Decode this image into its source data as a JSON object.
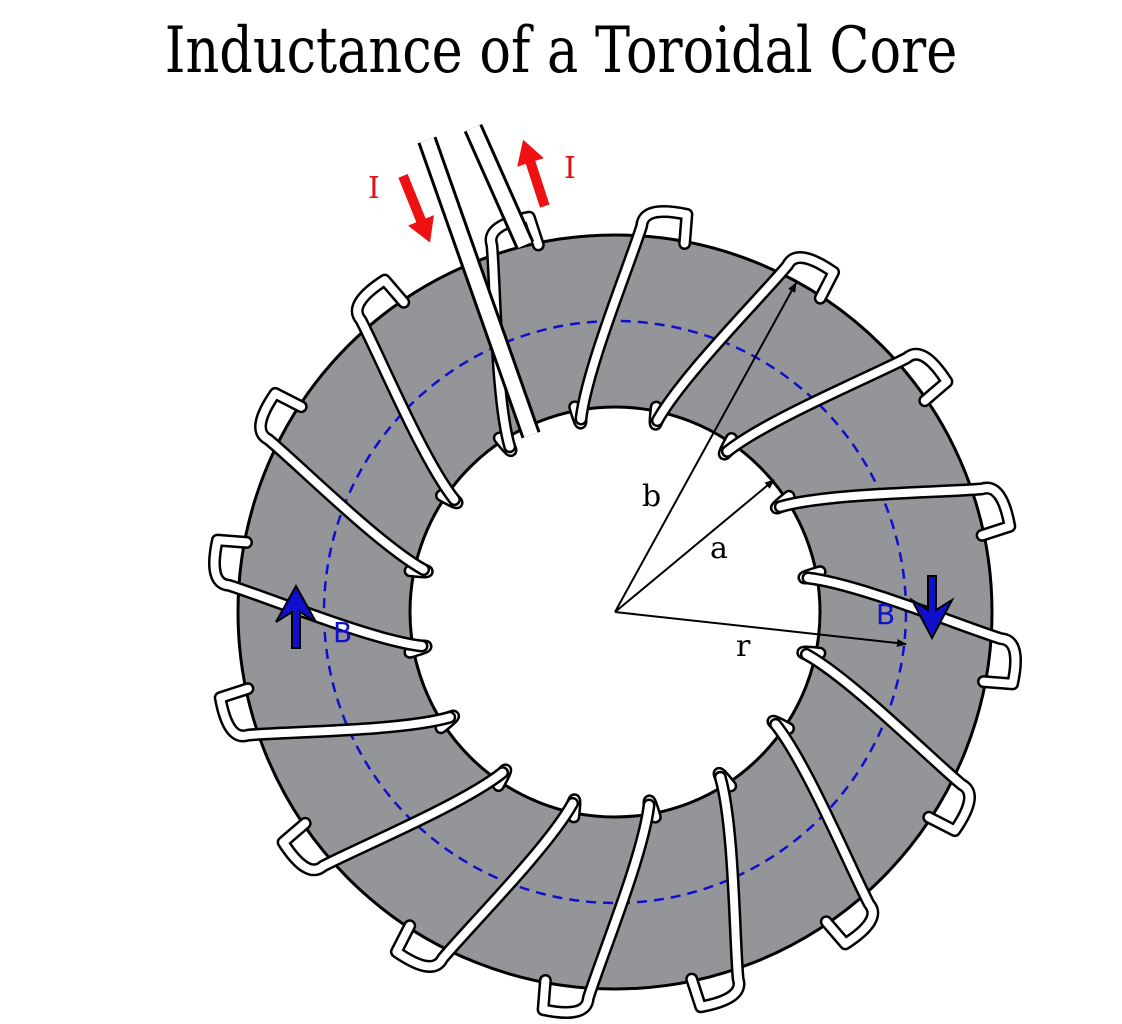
{
  "title": "Inductance of a Toroidal Core",
  "labels": {
    "current_in": "I",
    "current_out": "I",
    "radius_outer": "b",
    "radius_inner": "a",
    "radius_r": "r",
    "field_left": "B",
    "field_right": "B"
  },
  "colors": {
    "core": "#939598",
    "wire": "#ffffff",
    "outline": "#000000",
    "field": "#1010cc",
    "current": "#ee1111"
  },
  "icons": {
    "current_arrows": "red-arrow-icon",
    "field_arrows": "blue-arrow-icon"
  }
}
